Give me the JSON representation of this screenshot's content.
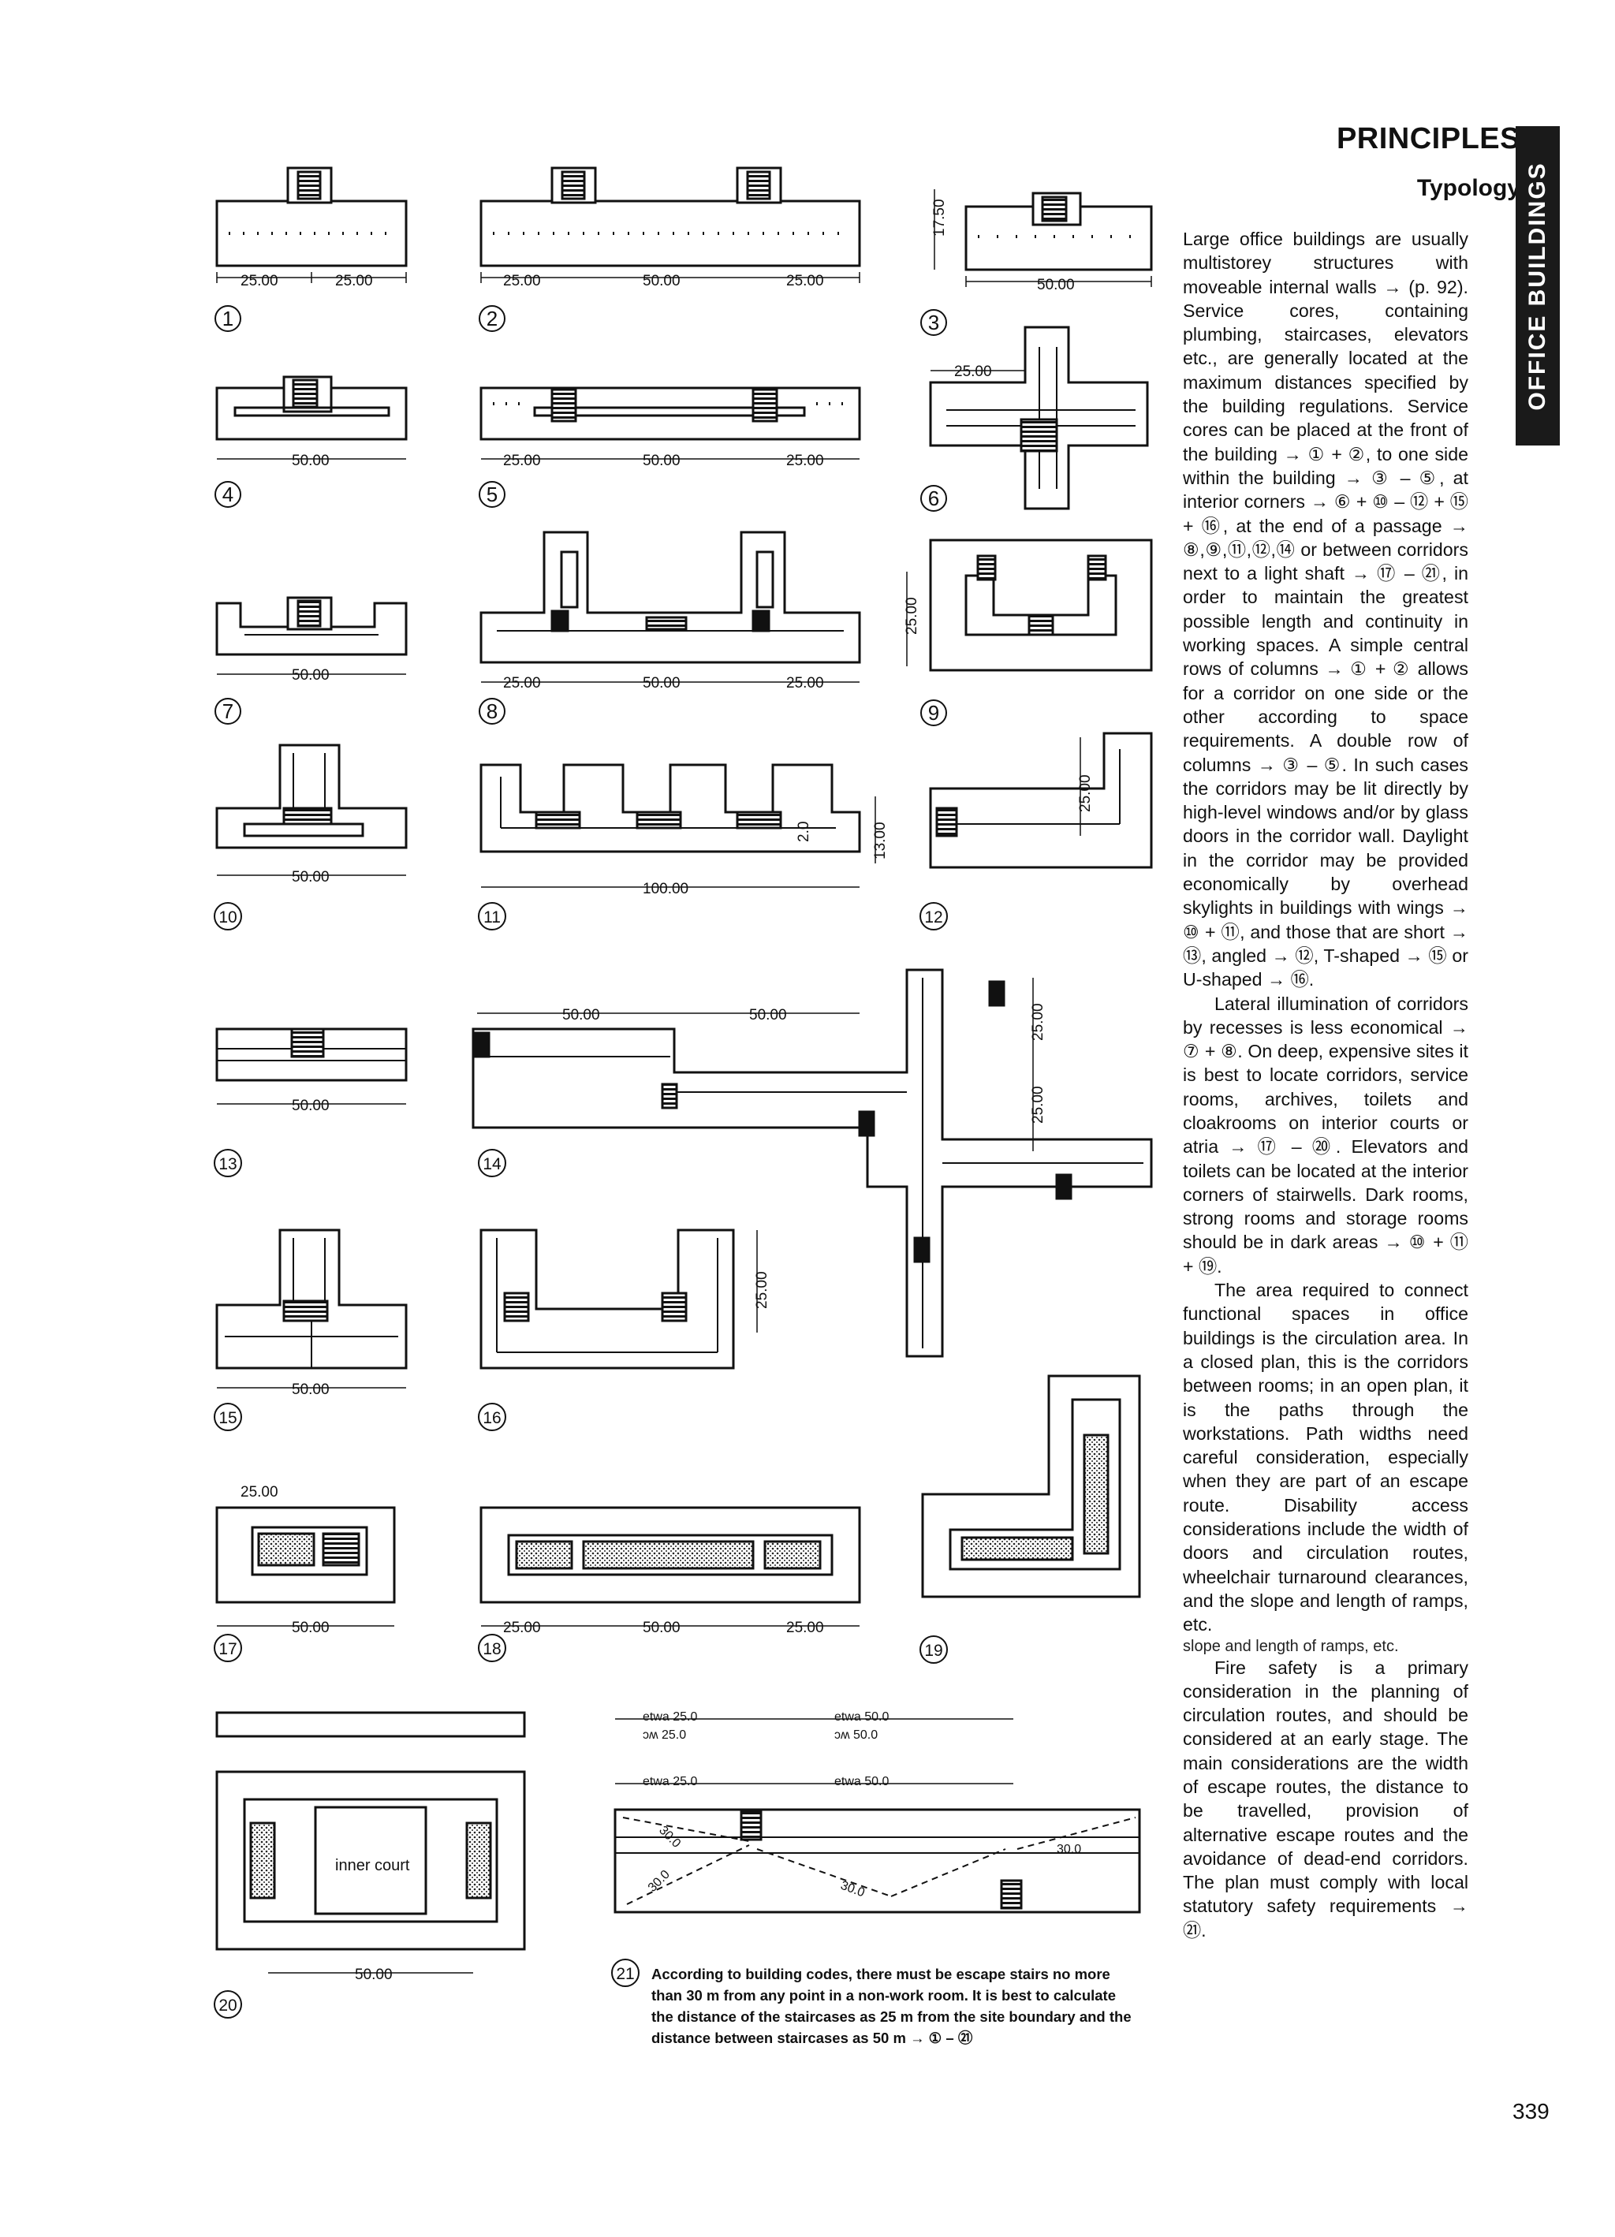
{
  "header": {
    "section": "PRINCIPLES",
    "subsection": "Typology",
    "side_tab": "OFFICE BUILDINGS"
  },
  "figures": [
    {
      "num": "1",
      "dims": [
        "25.00",
        "25.00"
      ]
    },
    {
      "num": "2",
      "dims": [
        "25.00",
        "50.00",
        "25.00"
      ]
    },
    {
      "num": "3",
      "dims": [
        "50.00",
        "17.50"
      ]
    },
    {
      "num": "4",
      "dims": [
        "50.00"
      ]
    },
    {
      "num": "5",
      "dims": [
        "25.00",
        "50.00",
        "25.00"
      ]
    },
    {
      "num": "6",
      "dims": [
        "25.00"
      ]
    },
    {
      "num": "7",
      "dims": [
        "50.00"
      ]
    },
    {
      "num": "8",
      "dims": [
        "25.00",
        "50.00",
        "25.00"
      ]
    },
    {
      "num": "9",
      "dims": [
        "25.00"
      ]
    },
    {
      "num": "10",
      "dims": [
        "50.00"
      ]
    },
    {
      "num": "11",
      "dims": [
        "100.00",
        "13.00",
        "2.0"
      ]
    },
    {
      "num": "12",
      "dims": [
        "25.00"
      ]
    },
    {
      "num": "13",
      "dims": [
        "50.00"
      ]
    },
    {
      "num": "14",
      "dims": [
        "50.00",
        "50.00",
        "25.00",
        "25.00"
      ]
    },
    {
      "num": "15",
      "dims": [
        "50.00"
      ]
    },
    {
      "num": "16",
      "dims": [
        "25.00"
      ]
    },
    {
      "num": "17",
      "dims": [
        "25.00",
        "50.00"
      ]
    },
    {
      "num": "18",
      "dims": [
        "25.00",
        "50.00",
        "25.00"
      ]
    },
    {
      "num": "19",
      "dims": []
    },
    {
      "num": "20",
      "dims": [
        "50.00"
      ],
      "label": "inner court"
    },
    {
      "num": "21",
      "dims": [
        "etwa 25.0",
        "etwa 50.0",
        "ɔʍ 25.0",
        "ɔʍ 50.0",
        "30.0",
        "30.0",
        "30.0",
        "30.0"
      ]
    }
  ],
  "caption_21": "According to building codes, there must be escape stairs no more than 30 m from any point in a non-work room. It is best to calculate the distance of the staircases as 25 m from the site boundary and the distance between staircases as 50 m → ① – ㉑",
  "body_paragraphs": [
    "Large office buildings are usually multistorey structures with moveable internal walls → (p. 92). Service cores, containing plumbing, staircases, elevators etc., are generally located at the maximum distances specified by the building regulations. Service cores can be placed at the front of the building → ① + ②, to one side within the building → ③ – ⑤, at interior corners → ⑥ + ⑩ – ⑫ + ⑮ + ⑯, at the end of a passage → ⑧,⑨,⑪,⑫,⑭ or between corridors next to a light shaft → ⑰ – ㉑, in order to maintain the greatest possible length and continuity in working spaces. A simple central rows of columns → ① + ② allows for a corridor on one side or the other according to space requirements. A double row of columns → ③ – ⑤. In such cases the corridors may be lit directly by high-level windows and/or by glass doors in the corridor wall. Daylight in the corridor may be provided economically by overhead skylights in buildings with wings → ⑩ + ⑪, and those that are short → ⑬, angled → ⑫, T-shaped → ⑮ or U-shaped → ⑯.",
    "Lateral illumination of corridors by recesses is less economical → ⑦ + ⑧. On deep, expensive sites it is best to locate corridors, service rooms, archives, toilets and cloakrooms on interior courts or atria → ⑰ – ⑳. Elevators and toilets can be located at the interior corners of stairwells. Dark rooms, strong rooms and storage rooms should be in dark areas → ⑩ + ⑪ + ⑲.",
    "The area required to connect functional spaces in office buildings is the circulation area. In a closed plan, this is the corridors between rooms; in an open plan, it is the paths through the workstations. Path widths need careful consideration, especially when they are part of an escape route. Disability access considerations include the width of doors and circulation routes, wheelchair turnaround clearances, and the slope and length of ramps, etc.",
    "slope and length of ramps, etc.",
    "Fire safety is a primary consideration in the planning of circulation routes, and should be considered at an early stage. The main considerations are the width of escape routes, the distance to be travelled, provision of alternative escape routes and the avoidance of dead-end corridors. The plan must comply with local statutory safety requirements → ㉑."
  ],
  "page_number": "339"
}
